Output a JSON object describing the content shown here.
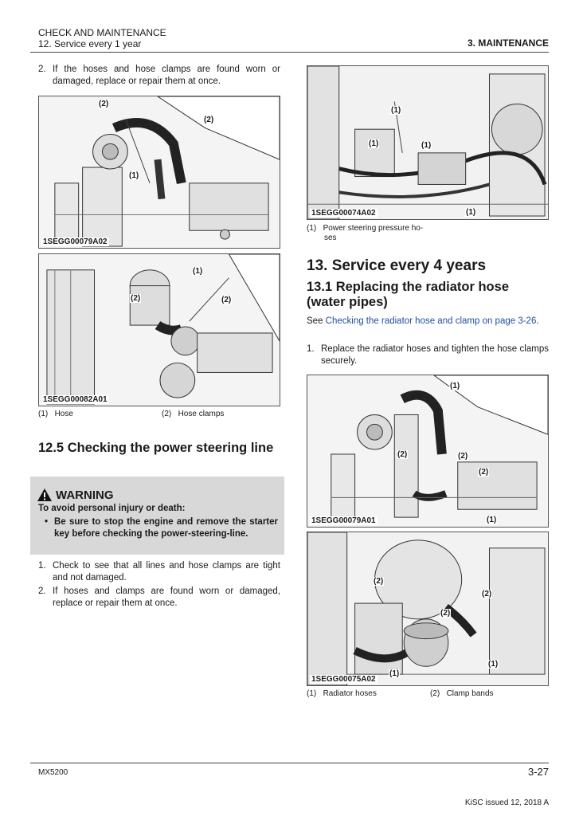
{
  "header": {
    "chapter": "CHECK AND MAINTENANCE",
    "section": "12. Service every 1 year",
    "right": "3. MAINTENANCE"
  },
  "left": {
    "step2": {
      "num": "2.",
      "text": "If the hoses and hose clamps are found worn or damaged, replace or repair them at once."
    },
    "fig1": {
      "id": "1SEGG00079A02",
      "callouts": [
        "(2)",
        "(2)",
        "(1)"
      ]
    },
    "fig2": {
      "id": "1SEGG00082A01",
      "callouts": [
        "(1)",
        "(2)",
        "(2)"
      ]
    },
    "captions": [
      {
        "num": "(1)",
        "text": "Hose"
      },
      {
        "num": "(2)",
        "text": "Hose clamps"
      }
    ],
    "heading": "12.5 Checking the power steering line",
    "warning": {
      "title": "WARNING",
      "lead": "To avoid personal injury or death:",
      "bullet": "Be sure to stop the engine and remove the starter key before checking the power-steering-line."
    },
    "steps": [
      {
        "num": "1.",
        "text": "Check to see that all lines and hose clamps are tight and not damaged."
      },
      {
        "num": "2.",
        "text": "If hoses and clamps are found worn or damaged, replace or repair them at once."
      }
    ]
  },
  "right": {
    "fig3": {
      "id": "1SEGG00074A02",
      "callouts": [
        "(1)",
        "(1)",
        "(1)",
        "(1)"
      ]
    },
    "fig3_caption": {
      "num": "(1)",
      "text": "Power steering pressure ho-",
      "text2": "ses"
    },
    "section_heading": "13. Service every 4 years",
    "sub_heading": "13.1 Replacing the radiator hose (water pipes)",
    "see": {
      "prefix": "See ",
      "link": "Checking the radiator hose and clamp on page 3-26",
      "suffix": "."
    },
    "step1": {
      "num": "1.",
      "text": "Replace the radiator hoses and tighten the hose clamps securely."
    },
    "fig4": {
      "id": "1SEGG00079A01",
      "callouts": [
        "(1)",
        "(2)",
        "(2)",
        "(2)",
        "(1)"
      ]
    },
    "fig5": {
      "id": "1SEGG00075A02",
      "callouts": [
        "(2)",
        "(2)",
        "(2)",
        "(1)",
        "(1)"
      ]
    },
    "captions": [
      {
        "num": "(1)",
        "text": "Radiator hoses"
      },
      {
        "num": "(2)",
        "text": "Clamp bands"
      }
    ]
  },
  "footer": {
    "model": "MX5200",
    "page": "3-27",
    "issue": "KiSC issued 12, 2018 A"
  }
}
